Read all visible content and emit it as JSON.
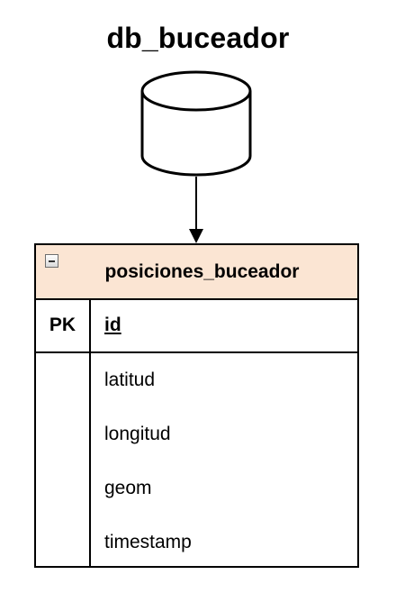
{
  "database": {
    "name": "db_buceador"
  },
  "table": {
    "name": "posiciones_buceador",
    "header_color": "#fbe5d3",
    "primary_key": {
      "label": "PK",
      "field": "id"
    },
    "fields": [
      "latitud",
      "longitud",
      "geom",
      "timestamp"
    ]
  }
}
